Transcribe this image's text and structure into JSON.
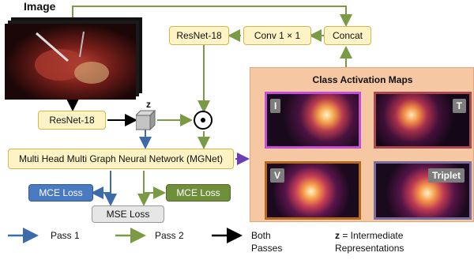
{
  "image_label": "Image",
  "z_label": "z",
  "nodes": {
    "resnet_top": "ResNet-18",
    "conv": "Conv 1 × 1",
    "concat": "Concat",
    "resnet_left": "ResNet-18",
    "mgnet": "Multi Head Multi Graph Neural Network (MGNet)",
    "mce_blue": "MCE Loss",
    "mce_green": "MCE Loss",
    "mse": "MSE Loss",
    "hadamard": "⊙"
  },
  "cam": {
    "title": "Class Activation Maps",
    "panels": [
      {
        "label": "I",
        "border": "#c64fd8"
      },
      {
        "label": "T",
        "border": "#a9484e"
      },
      {
        "label": "V",
        "border": "#b46a1c"
      },
      {
        "label": "Triplet",
        "border": "#7a6c9b"
      }
    ]
  },
  "legend": {
    "pass1": "Pass 1",
    "pass2": "Pass 2",
    "both_line1": "Both",
    "both_line2": "Passes",
    "z_bold": "z",
    "z_rest": " = Intermediate",
    "z_line2": "Representations"
  },
  "colors": {
    "pass1": "#3d6aa8",
    "pass2": "#7a9a45",
    "both": "#000000",
    "node_yellow": "#fdf3c4",
    "loss_blue": "#4a7bc1",
    "loss_green": "#6f8f3a",
    "cam_panel": "#f6c7a3"
  }
}
